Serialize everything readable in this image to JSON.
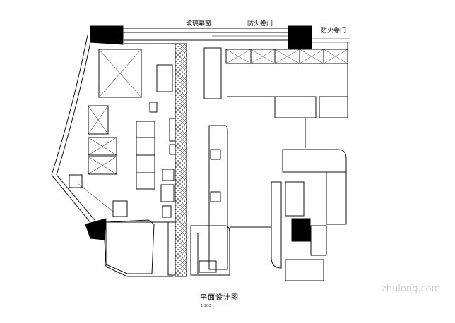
{
  "labels": {
    "glass_curtain": "玻璃幕窗",
    "fire_shutter_1": "防火卷门",
    "fire_shutter_2": "防火卷门",
    "plan_title": "平面设计图",
    "plan_scale": "1:100",
    "watermark": "zhulong.com"
  },
  "colors": {
    "line": "#111111",
    "column_fill": "#000000",
    "background": "#ffffff",
    "watermark": "#cfcfcf"
  }
}
